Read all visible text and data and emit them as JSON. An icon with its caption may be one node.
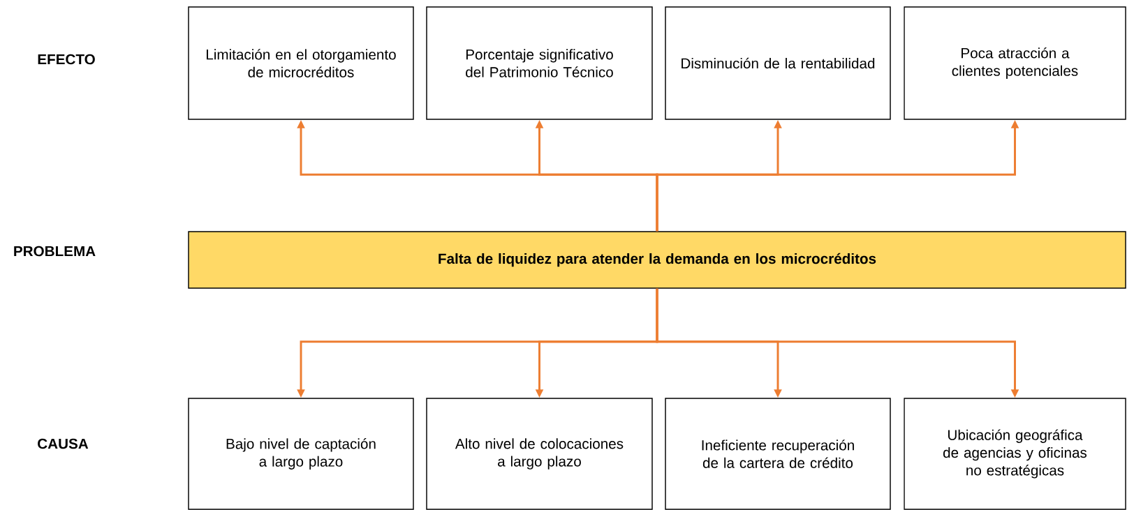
{
  "diagram": {
    "nodes": [
      {
        "text": [
          "Limitación en el otorgamiento de microcréditos"
        ]
      },
      {
        "text": [
          "Porcentaje significativo del Patrimonio Técnico"
        ]
      },
      {
        "text": [
          "Disminución de la rentabilidad"
        ]
      },
      {
        "text": [
          "Poca atracción a clientes potenciales"
        ]
      },
      {
        "text": [
          "Falta de liquidez para atender la demanda en los microcréditos"
        ]
      },
      {
        "text": [
          "Bajo nivel de captación a largo plazo"
        ]
      },
      {
        "text": [
          "Alto nivel de colocaciones a largo plazo"
        ]
      },
      {
        "text": [
          "Ineficiente recuperación de la cartera de crédito"
        ]
      },
      {
        "text": [
          "Ubicación geográfica de agencias y oficinas no estratégicas"
        ]
      }
    ],
    "edges": [
      {
        "from": 4,
        "to": 0,
        "arrow": "to"
      },
      {
        "from": 4,
        "to": 1,
        "arrow": "to"
      },
      {
        "from": 4,
        "to": 2,
        "arrow": "to"
      },
      {
        "from": 4,
        "to": 3,
        "arrow": "to"
      },
      {
        "from": 4,
        "to": 5,
        "arrow": "to"
      },
      {
        "from": 4,
        "to": 6,
        "arrow": "to"
      },
      {
        "from": 4,
        "to": 7,
        "arrow": "to"
      },
      {
        "from": 4,
        "to": 8,
        "arrow": "to"
      }
    ],
    "labels": [
      "EFECTO",
      "PROBLEMA",
      "CAUSA"
    ]
  }
}
